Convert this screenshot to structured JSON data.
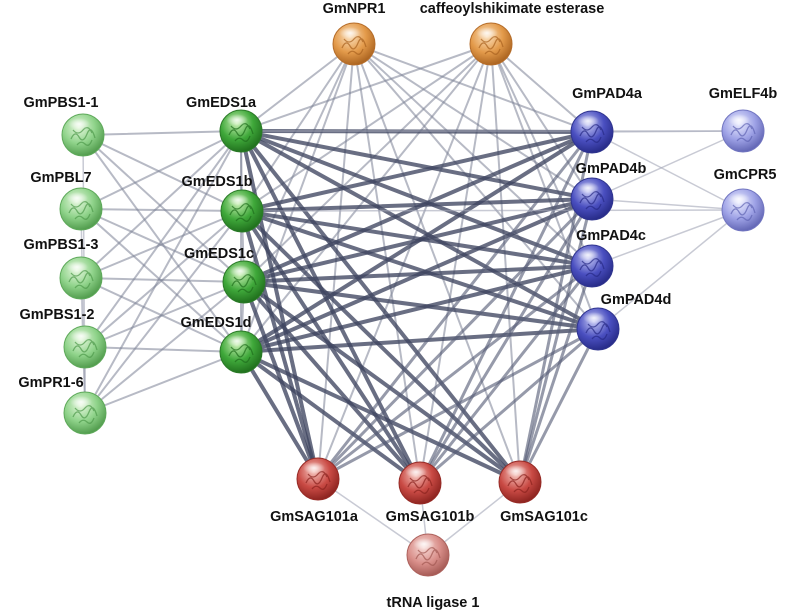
{
  "network": {
    "node_groups": {
      "green": {
        "base": "#3fa83a",
        "light": "#c9f0b4",
        "dark": "#1f6e1c",
        "rim": "#2b7a28"
      },
      "lightgreen": {
        "base": "#8fd38a",
        "light": "#e6f7de",
        "dark": "#4f9a4b",
        "rim": "#5ea95a"
      },
      "blue": {
        "base": "#4a4fc0",
        "light": "#c8cbf5",
        "dark": "#262a86",
        "rim": "#30358f"
      },
      "lightblue": {
        "base": "#9ea2e6",
        "light": "#eceeff",
        "dark": "#6064b3",
        "rim": "#7175c0"
      },
      "orange": {
        "base": "#e39a4a",
        "light": "#fbe0bd",
        "dark": "#a9621f",
        "rim": "#b56d2a"
      },
      "red": {
        "base": "#c94a44",
        "light": "#f6c6bf",
        "dark": "#8a221e",
        "rim": "#962b26"
      },
      "pink": {
        "base": "#d98f8a",
        "light": "#f8dcd8",
        "dark": "#a35853",
        "rim": "#ad625d"
      }
    },
    "nodes": [
      {
        "id": "npr1",
        "label": "GmNPR1",
        "group": "orange"
      },
      {
        "id": "cse",
        "label": "caffeoylshikimate esterase",
        "group": "orange"
      },
      {
        "id": "pbs11",
        "label": "GmPBS1-1",
        "group": "lightgreen"
      },
      {
        "id": "pbl7",
        "label": "GmPBL7",
        "group": "lightgreen"
      },
      {
        "id": "pbs13",
        "label": "GmPBS1-3",
        "group": "lightgreen"
      },
      {
        "id": "pbs12",
        "label": "GmPBS1-2",
        "group": "lightgreen"
      },
      {
        "id": "pr16",
        "label": "GmPR1-6",
        "group": "lightgreen"
      },
      {
        "id": "eds1a",
        "label": "GmEDS1a",
        "group": "green"
      },
      {
        "id": "eds1b",
        "label": "GmEDS1b",
        "group": "green"
      },
      {
        "id": "eds1c",
        "label": "GmEDS1c",
        "group": "green"
      },
      {
        "id": "eds1d",
        "label": "GmEDS1d",
        "group": "green"
      },
      {
        "id": "pad4a",
        "label": "GmPAD4a",
        "group": "blue"
      },
      {
        "id": "pad4b",
        "label": "GmPAD4b",
        "group": "blue"
      },
      {
        "id": "pad4c",
        "label": "GmPAD4c",
        "group": "blue"
      },
      {
        "id": "pad4d",
        "label": "GmPAD4d",
        "group": "blue"
      },
      {
        "id": "elf4b",
        "label": "GmELF4b",
        "group": "lightblue"
      },
      {
        "id": "cpr5",
        "label": "GmCPR5",
        "group": "lightblue"
      },
      {
        "id": "sag101a",
        "label": "GmSAG101a",
        "group": "red"
      },
      {
        "id": "sag101b",
        "label": "GmSAG101b",
        "group": "red"
      },
      {
        "id": "sag101c",
        "label": "GmSAG101c",
        "group": "red"
      },
      {
        "id": "trna",
        "label": "tRNA ligase 1",
        "group": "pink"
      }
    ],
    "edges": [
      [
        "npr1",
        "eds1a",
        2
      ],
      [
        "npr1",
        "eds1b",
        2
      ],
      [
        "npr1",
        "eds1c",
        2
      ],
      [
        "npr1",
        "eds1d",
        2
      ],
      [
        "npr1",
        "pad4a",
        2
      ],
      [
        "npr1",
        "pad4b",
        2
      ],
      [
        "npr1",
        "pad4c",
        2
      ],
      [
        "npr1",
        "pad4d",
        2
      ],
      [
        "npr1",
        "sag101a",
        2
      ],
      [
        "npr1",
        "sag101b",
        2
      ],
      [
        "npr1",
        "sag101c",
        2
      ],
      [
        "cse",
        "eds1a",
        2
      ],
      [
        "cse",
        "eds1b",
        2
      ],
      [
        "cse",
        "eds1c",
        2
      ],
      [
        "cse",
        "eds1d",
        2
      ],
      [
        "cse",
        "pad4a",
        2
      ],
      [
        "cse",
        "pad4b",
        2
      ],
      [
        "cse",
        "pad4c",
        2
      ],
      [
        "cse",
        "pad4d",
        2
      ],
      [
        "cse",
        "sag101a",
        2
      ],
      [
        "cse",
        "sag101b",
        2
      ],
      [
        "cse",
        "sag101c",
        2
      ],
      [
        "pbs11",
        "eds1a",
        2
      ],
      [
        "pbs11",
        "eds1b",
        2
      ],
      [
        "pbs11",
        "eds1c",
        2
      ],
      [
        "pbs11",
        "eds1d",
        2
      ],
      [
        "pbl7",
        "eds1a",
        2
      ],
      [
        "pbl7",
        "eds1b",
        2
      ],
      [
        "pbl7",
        "eds1c",
        2
      ],
      [
        "pbl7",
        "eds1d",
        2
      ],
      [
        "pbs13",
        "eds1a",
        2
      ],
      [
        "pbs13",
        "eds1b",
        2
      ],
      [
        "pbs13",
        "eds1c",
        2
      ],
      [
        "pbs13",
        "eds1d",
        2
      ],
      [
        "pbs12",
        "eds1a",
        2
      ],
      [
        "pbs12",
        "eds1b",
        2
      ],
      [
        "pbs12",
        "eds1c",
        2
      ],
      [
        "pbs12",
        "eds1d",
        2
      ],
      [
        "pr16",
        "eds1a",
        2
      ],
      [
        "pr16",
        "eds1b",
        2
      ],
      [
        "pr16",
        "eds1c",
        2
      ],
      [
        "pr16",
        "eds1d",
        2
      ],
      [
        "eds1a",
        "pad4a",
        4
      ],
      [
        "eds1a",
        "pad4b",
        4
      ],
      [
        "eds1a",
        "pad4c",
        4
      ],
      [
        "eds1a",
        "pad4d",
        4
      ],
      [
        "eds1b",
        "pad4a",
        4
      ],
      [
        "eds1b",
        "pad4b",
        4
      ],
      [
        "eds1b",
        "pad4c",
        4
      ],
      [
        "eds1b",
        "pad4d",
        4
      ],
      [
        "eds1c",
        "pad4a",
        4
      ],
      [
        "eds1c",
        "pad4b",
        4
      ],
      [
        "eds1c",
        "pad4c",
        4
      ],
      [
        "eds1c",
        "pad4d",
        4
      ],
      [
        "eds1d",
        "pad4a",
        4
      ],
      [
        "eds1d",
        "pad4b",
        4
      ],
      [
        "eds1d",
        "pad4c",
        4
      ],
      [
        "eds1d",
        "pad4d",
        4
      ],
      [
        "eds1a",
        "sag101a",
        4
      ],
      [
        "eds1a",
        "sag101b",
        4
      ],
      [
        "eds1a",
        "sag101c",
        4
      ],
      [
        "eds1b",
        "sag101a",
        4
      ],
      [
        "eds1b",
        "sag101b",
        4
      ],
      [
        "eds1b",
        "sag101c",
        4
      ],
      [
        "eds1c",
        "sag101a",
        4
      ],
      [
        "eds1c",
        "sag101b",
        4
      ],
      [
        "eds1c",
        "sag101c",
        4
      ],
      [
        "eds1d",
        "sag101a",
        4
      ],
      [
        "eds1d",
        "sag101b",
        4
      ],
      [
        "eds1d",
        "sag101c",
        4
      ],
      [
        "pad4a",
        "sag101a",
        3
      ],
      [
        "pad4a",
        "sag101b",
        3
      ],
      [
        "pad4a",
        "sag101c",
        3
      ],
      [
        "pad4b",
        "sag101a",
        3
      ],
      [
        "pad4b",
        "sag101b",
        3
      ],
      [
        "pad4b",
        "sag101c",
        3
      ],
      [
        "pad4c",
        "sag101a",
        3
      ],
      [
        "pad4c",
        "sag101b",
        3
      ],
      [
        "pad4c",
        "sag101c",
        3
      ],
      [
        "pad4d",
        "sag101a",
        3
      ],
      [
        "pad4d",
        "sag101b",
        3
      ],
      [
        "pad4d",
        "sag101c",
        3
      ],
      [
        "pad4a",
        "elf4b",
        1.5
      ],
      [
        "pad4b",
        "elf4b",
        1.5
      ],
      [
        "pad4a",
        "cpr5",
        1.5
      ],
      [
        "pad4b",
        "cpr5",
        1.5
      ],
      [
        "pad4c",
        "cpr5",
        1.5
      ],
      [
        "pad4d",
        "cpr5",
        1.5
      ],
      [
        "eds1a",
        "elf4b",
        1.5
      ],
      [
        "eds1b",
        "cpr5",
        1.5
      ],
      [
        "pbs11",
        "pr16",
        1.5
      ],
      [
        "pbl7",
        "pr16",
        1.5
      ],
      [
        "pbs13",
        "pr16",
        1.5
      ],
      [
        "pbs12",
        "pr16",
        1.5
      ],
      [
        "sag101a",
        "trna",
        1.5
      ],
      [
        "sag101b",
        "trna",
        1.5
      ],
      [
        "sag101c",
        "trna",
        1.5
      ],
      [
        "eds1a",
        "eds1b",
        2
      ],
      [
        "eds1b",
        "eds1c",
        2
      ],
      [
        "eds1c",
        "eds1d",
        2
      ],
      [
        "eds1a",
        "eds1d",
        2
      ]
    ]
  }
}
